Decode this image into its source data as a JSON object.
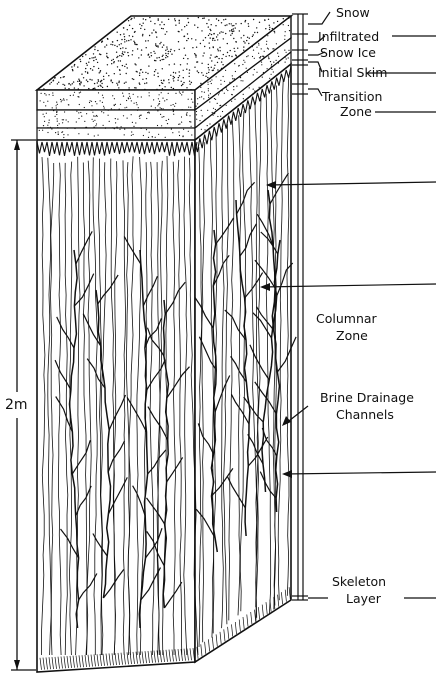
{
  "labels": {
    "snow": "Snow",
    "infiltrated": "Infiltrated",
    "snow_ice": "Snow Ice",
    "initial_skim": "Initial Skim",
    "transition_1": "Transition",
    "transition_2": "Zone",
    "columnar_1": "Columnar",
    "columnar_2": "Zone",
    "brine_1": "Brine Drainage",
    "brine_2": "Channels",
    "skeleton_1": "Skeleton",
    "skeleton_2": "Layer",
    "scale": "2m"
  },
  "colors": {
    "ink": "#111111",
    "paper": "#ffffff"
  }
}
